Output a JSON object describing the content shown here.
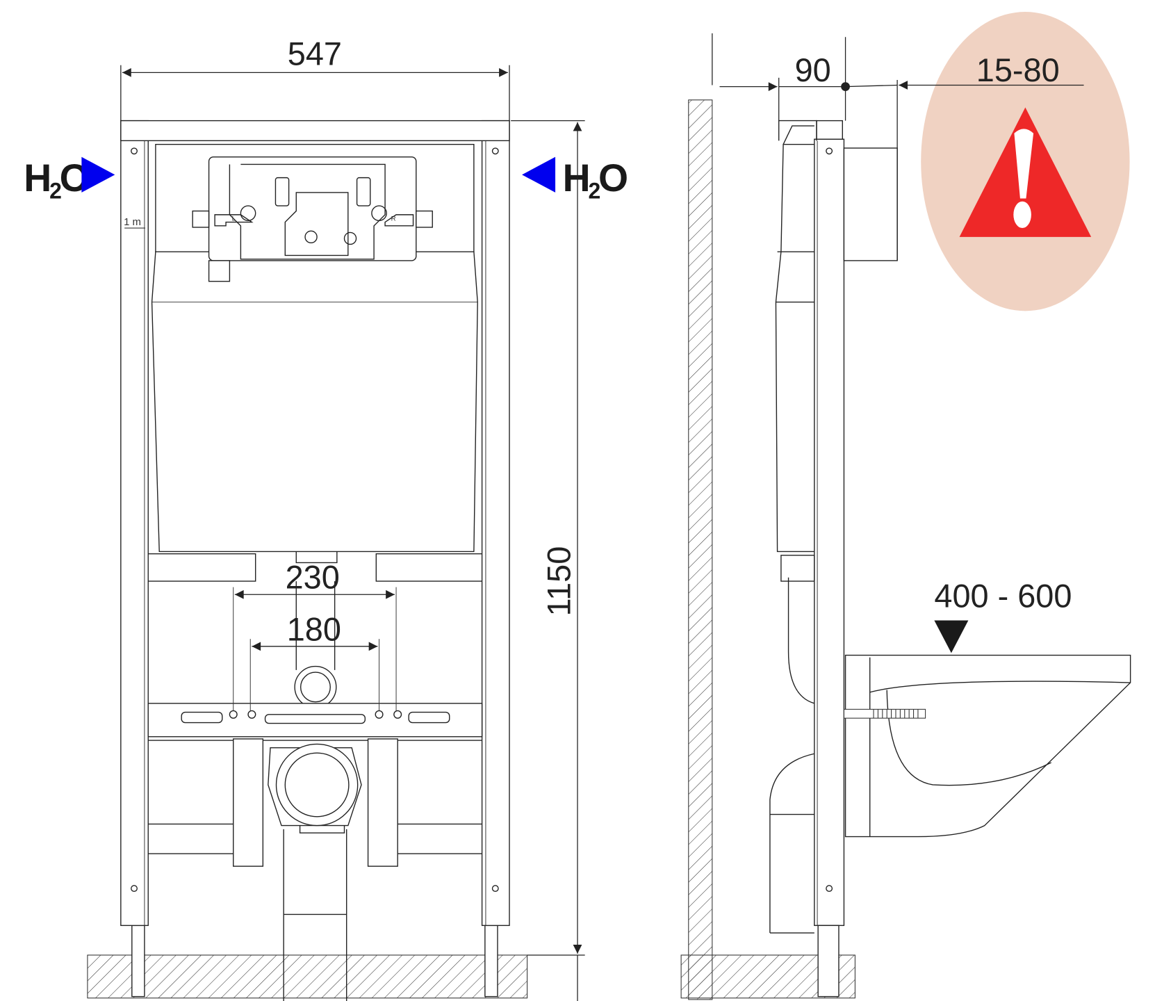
{
  "front_view": {
    "width_label": "547",
    "height_label": "1150",
    "spacing_outer_label": "230",
    "spacing_inner_label": "180",
    "level_mark": "1 m",
    "lever_left": "L",
    "lever_right": "R",
    "water_inlet_left": {
      "main": "H",
      "sub": "2",
      "end": "O"
    },
    "water_inlet_right": {
      "main": "H",
      "sub": "2",
      "end": "O"
    }
  },
  "side_view": {
    "depth_label": "90",
    "adjust_label": "15-80",
    "bowl_height_label": "400 - 600"
  },
  "colors": {
    "inlet_arrow": "#0000ee",
    "warning_bg": "#f0d2c2",
    "warning_triangle": "#ee2828"
  }
}
